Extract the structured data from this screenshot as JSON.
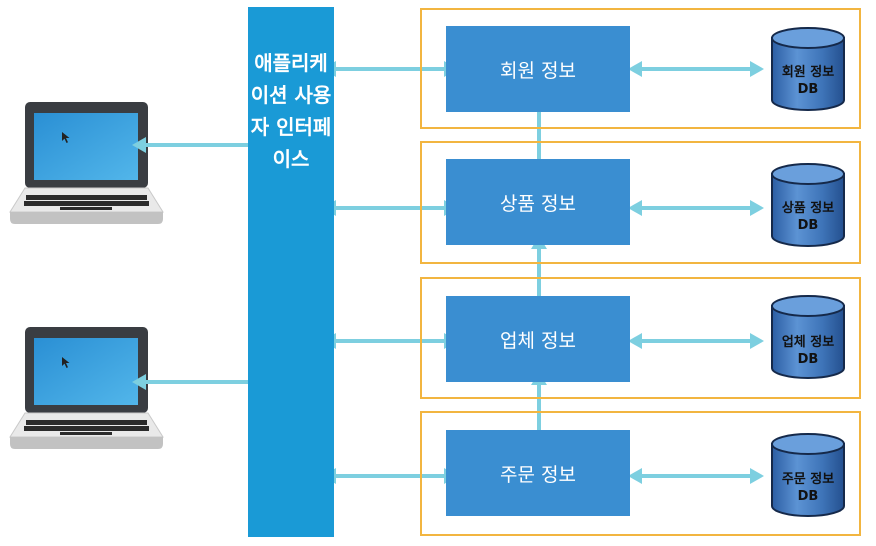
{
  "ui_label": "애플리케이션 사용자 인터페이스",
  "services": [
    {
      "label": "회원 정보",
      "db_label": "회원 정보",
      "db_sub": "DB"
    },
    {
      "label": "상품 정보",
      "db_label": "상품 정보",
      "db_sub": "DB"
    },
    {
      "label": "업체 정보",
      "db_label": "업체 정보",
      "db_sub": "DB"
    },
    {
      "label": "주문 정보",
      "db_label": "주문 정보",
      "db_sub": "DB"
    }
  ],
  "colors": {
    "ui_bar": "#1a9ad6",
    "service_box": "#3a8ed1",
    "group_border": "#f2b540",
    "arrow": "#7dcfe0",
    "db_fill": "#3e74b8"
  }
}
